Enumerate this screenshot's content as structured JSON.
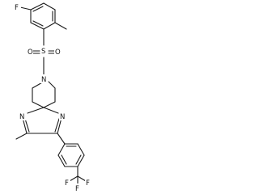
{
  "molecule": {
    "atoms": {
      "fluorine_aryl": "F",
      "sulfur": "S",
      "oxygen_left": "O",
      "oxygen_right": "O",
      "nitrogen_piperidine": "N",
      "nitrogen_imidazole_left": "N",
      "nitrogen_imidazole_right": "N",
      "fluorine_cf3_left": "F",
      "fluorine_cf3_mid": "F",
      "fluorine_cf3_right": "F"
    }
  },
  "colors": {
    "bond": "#1a1a1a",
    "atom_text": "#111111",
    "background": "#ffffff"
  }
}
